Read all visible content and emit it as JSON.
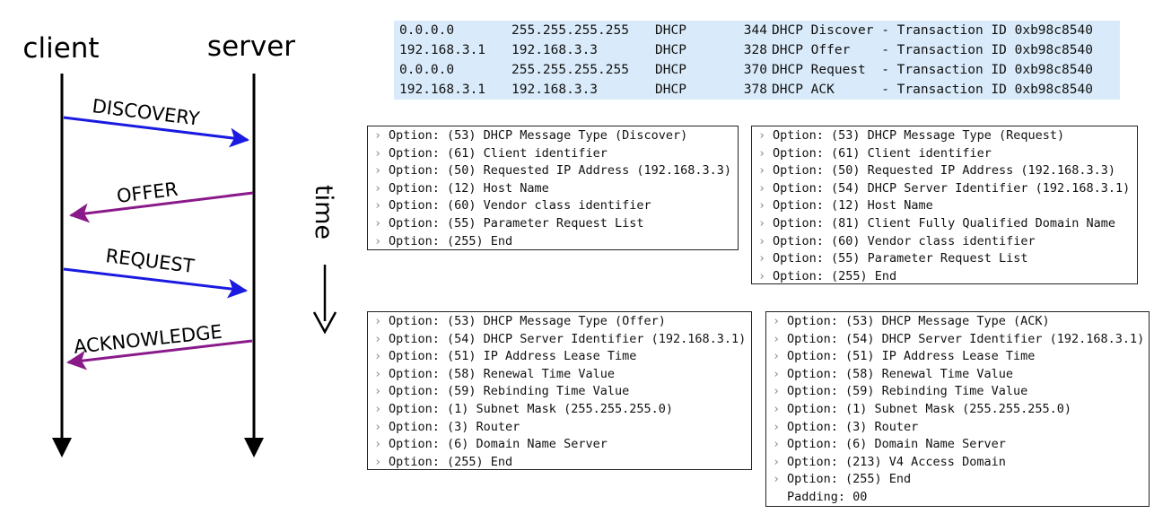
{
  "diagram": {
    "client_label": "client",
    "server_label": "server",
    "time_label": "time",
    "messages": [
      {
        "label": "DISCOVERY",
        "direction": "to-server",
        "color": "#1a1ae0"
      },
      {
        "label": "OFFER",
        "direction": "to-client",
        "color": "#8a1a8a"
      },
      {
        "label": "REQUEST",
        "direction": "to-server",
        "color": "#1a1ae0"
      },
      {
        "label": "ACKNOWLEDGE",
        "direction": "to-client",
        "color": "#8a1a8a"
      }
    ]
  },
  "packets": [
    {
      "src": "0.0.0.0",
      "dst": "255.255.255.255",
      "proto": "DHCP",
      "len": "344",
      "info": "DHCP Discover - Transaction ID 0xb98c8540"
    },
    {
      "src": "192.168.3.1",
      "dst": "192.168.3.3",
      "proto": "DHCP",
      "len": "328",
      "info": "DHCP Offer    - Transaction ID 0xb98c8540"
    },
    {
      "src": "0.0.0.0",
      "dst": "255.255.255.255",
      "proto": "DHCP",
      "len": "370",
      "info": "DHCP Request  - Transaction ID 0xb98c8540"
    },
    {
      "src": "192.168.3.1",
      "dst": "192.168.3.3",
      "proto": "DHCP",
      "len": "378",
      "info": "DHCP ACK      - Transaction ID 0xb98c8540"
    }
  ],
  "option_panels": {
    "discover": [
      "Option: (53) DHCP Message Type (Discover)",
      "Option: (61) Client identifier",
      "Option: (50) Requested IP Address (192.168.3.3)",
      "Option: (12) Host Name",
      "Option: (60) Vendor class identifier",
      "Option: (55) Parameter Request List",
      "Option: (255) End"
    ],
    "request": [
      "Option: (53) DHCP Message Type (Request)",
      "Option: (61) Client identifier",
      "Option: (50) Requested IP Address (192.168.3.3)",
      "Option: (54) DHCP Server Identifier (192.168.3.1)",
      "Option: (12) Host Name",
      "Option: (81) Client Fully Qualified Domain Name",
      "Option: (60) Vendor class identifier",
      "Option: (55) Parameter Request List",
      "Option: (255) End"
    ],
    "offer": [
      "Option: (53) DHCP Message Type (Offer)",
      "Option: (54) DHCP Server Identifier (192.168.3.1)",
      "Option: (51) IP Address Lease Time",
      "Option: (58) Renewal Time Value",
      "Option: (59) Rebinding Time Value",
      "Option: (1) Subnet Mask (255.255.255.0)",
      "Option: (3) Router",
      "Option: (6) Domain Name Server",
      "Option: (255) End"
    ],
    "ack": [
      "Option: (53) DHCP Message Type (ACK)",
      "Option: (54) DHCP Server Identifier (192.168.3.1)",
      "Option: (51) IP Address Lease Time",
      "Option: (58) Renewal Time Value",
      "Option: (59) Rebinding Time Value",
      "Option: (1) Subnet Mask (255.255.255.0)",
      "Option: (3) Router",
      "Option: (6) Domain Name Server",
      "Option: (213) V4 Access Domain",
      "Option: (255) End"
    ],
    "ack_padding": "Padding: 00"
  }
}
